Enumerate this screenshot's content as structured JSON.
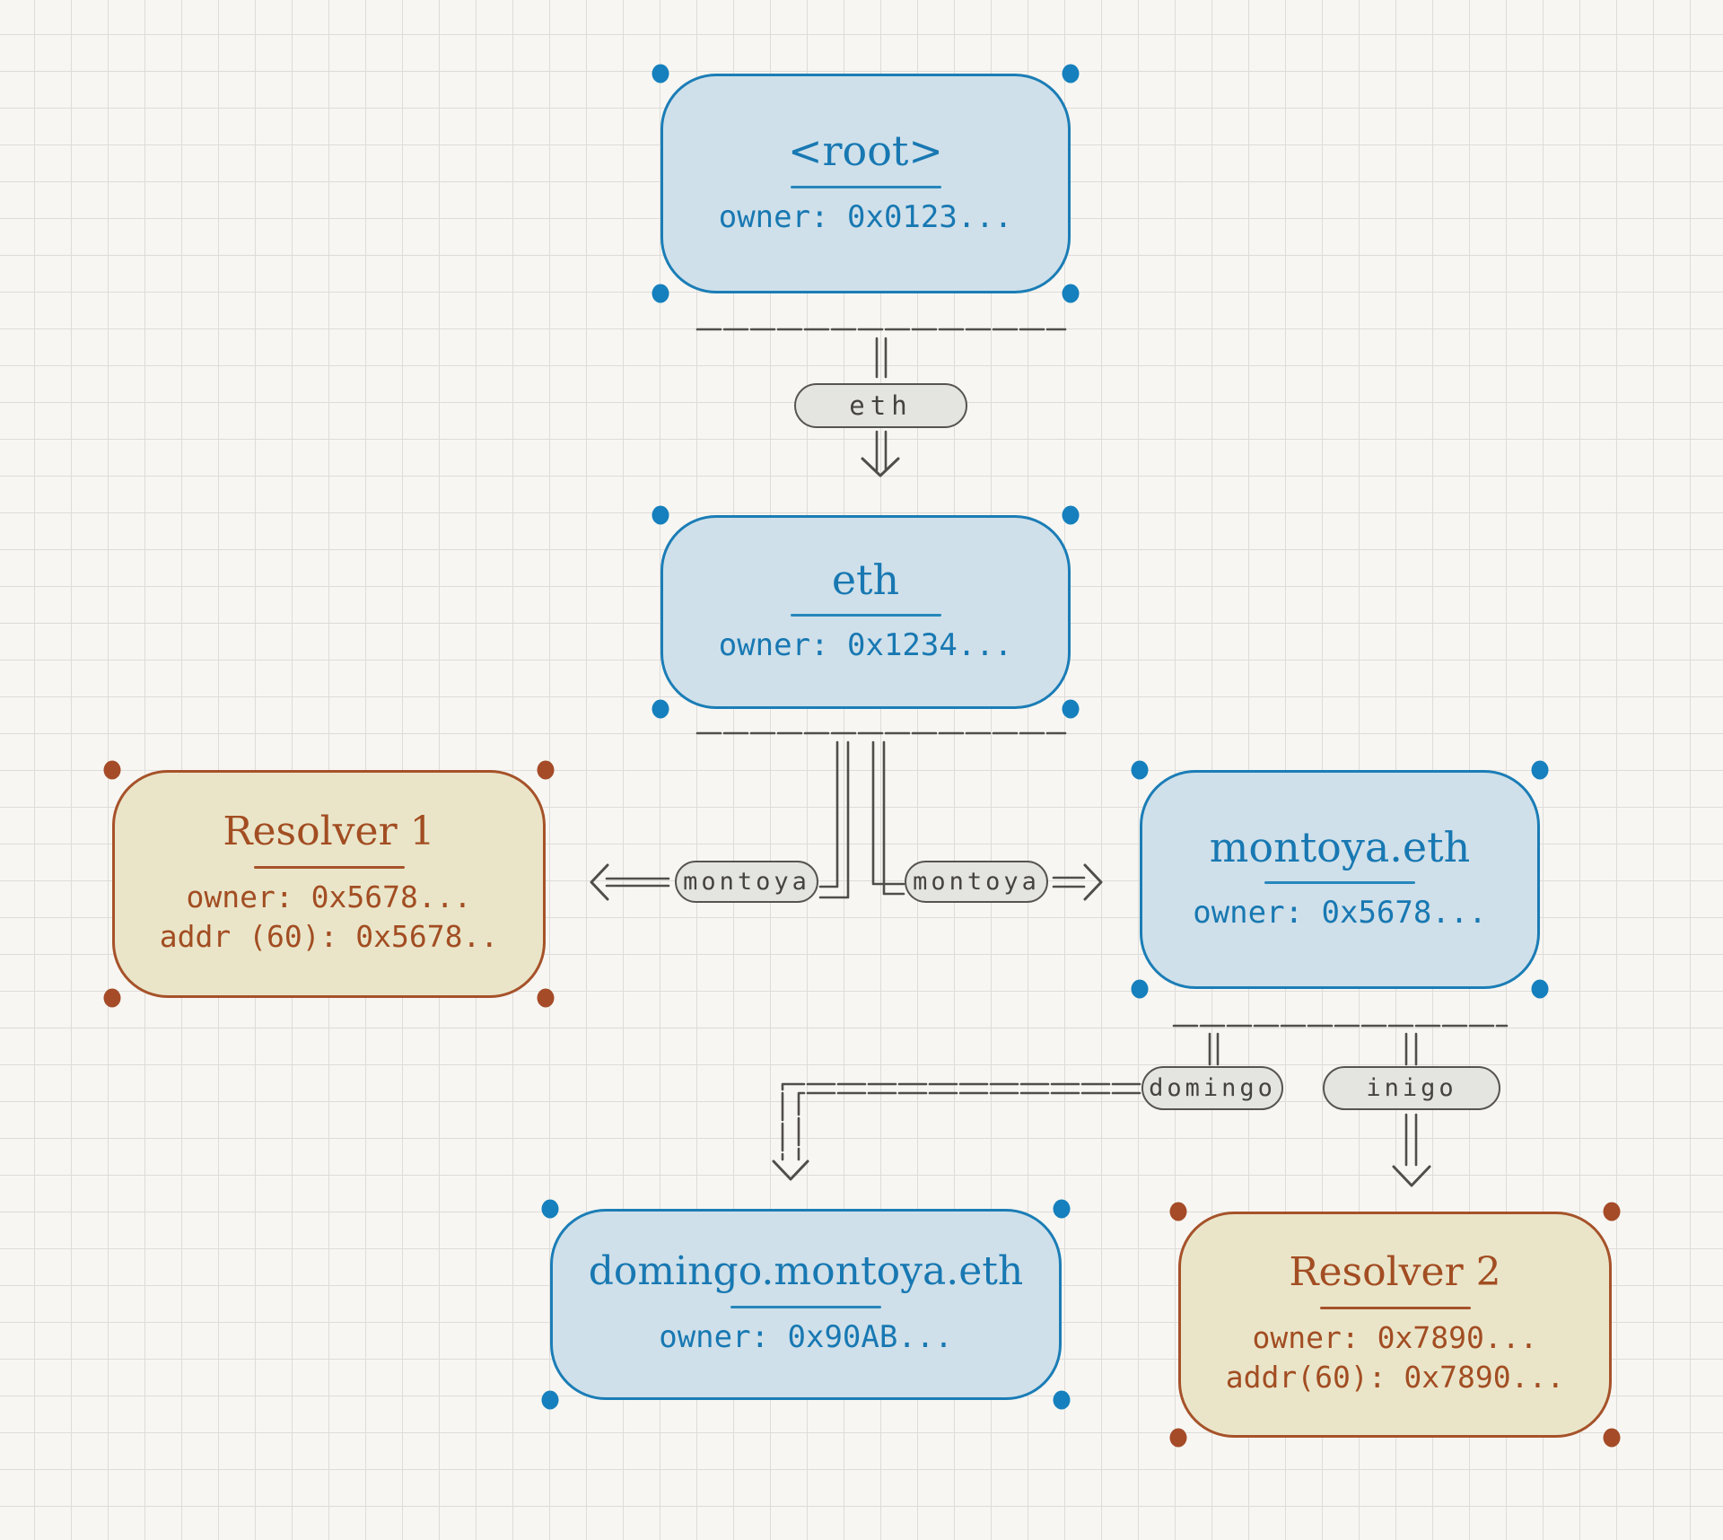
{
  "nodes": {
    "root": {
      "title": "<root>",
      "owner": "owner: 0x0123..."
    },
    "eth": {
      "title": "eth",
      "owner": "owner: 0x1234..."
    },
    "resolver1": {
      "title": "Resolver 1",
      "owner": "owner: 0x5678...",
      "addr": "addr (60): 0x5678.."
    },
    "montoya": {
      "title": "montoya.eth",
      "owner": "owner: 0x5678..."
    },
    "domingo": {
      "title": "domingo.montoya.eth",
      "owner": "owner: 0x90AB..."
    },
    "resolver2": {
      "title": "Resolver 2",
      "owner": "owner: 0x7890...",
      "addr": "addr(60): 0x7890..."
    }
  },
  "edge_labels": {
    "eth": "eth",
    "montoya_left": "montoya",
    "montoya_right": "montoya",
    "domingo": "domingo",
    "inigo": "inigo"
  },
  "colors": {
    "background": "#f7f6f2",
    "grid_line": "#dddcd8",
    "blue_node_fill": "#cfe0ea",
    "blue_node_border": "#1b7db6",
    "blue_node_text": "#1878b2",
    "tan_node_fill": "#eae5c9",
    "tan_node_border": "#a6522a",
    "tan_node_text": "#a24d22",
    "edge_line": "#514e4a",
    "label_pill_fill": "#e4e4e1",
    "label_pill_border": "#57544f",
    "label_pill_text": "#454340",
    "handle_blue": "#1580bd",
    "handle_brown": "#a54b28"
  }
}
